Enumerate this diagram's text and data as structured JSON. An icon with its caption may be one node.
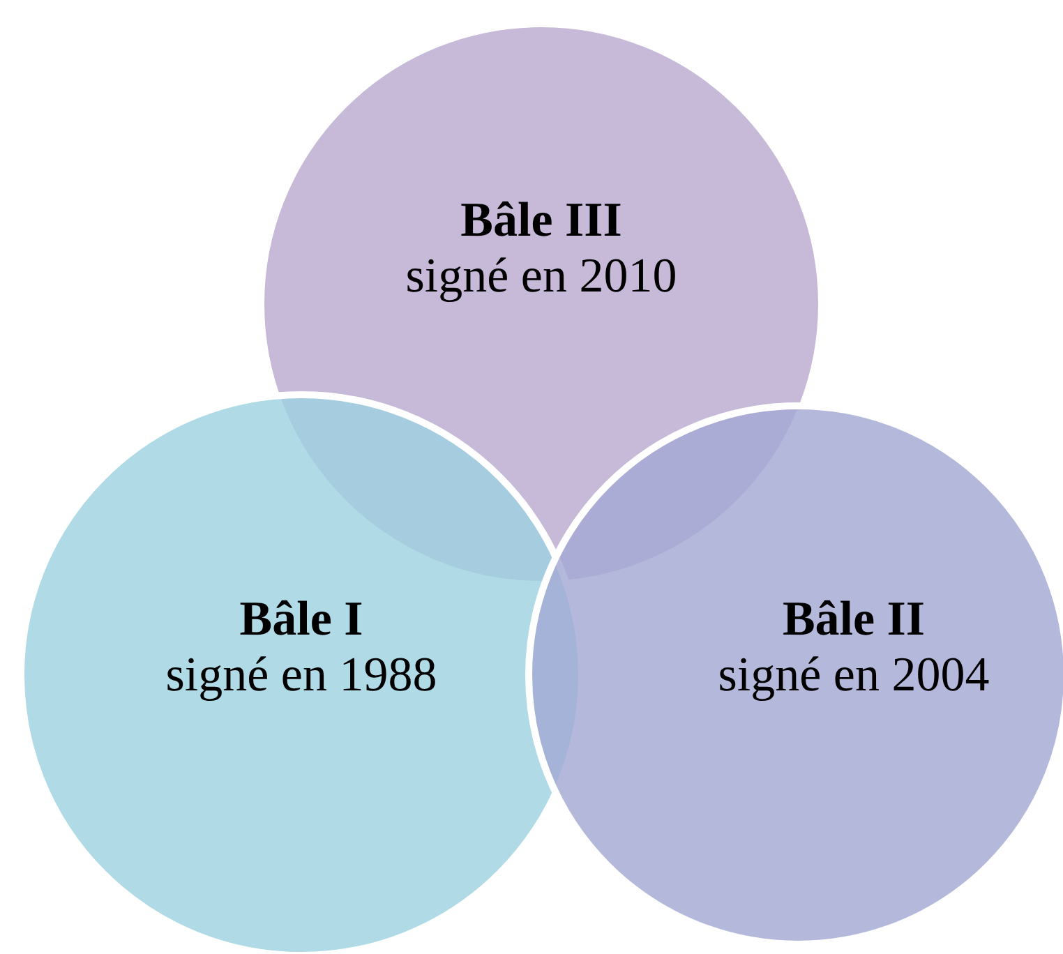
{
  "diagram": {
    "nodes": [
      {
        "text": [
          "Bâle III",
          "signé en 2010"
        ]
      },
      {
        "text": [
          "Bâle I",
          "signé en 1988"
        ]
      },
      {
        "text": [
          "Bâle II",
          "signé en 2004"
        ]
      }
    ]
  }
}
